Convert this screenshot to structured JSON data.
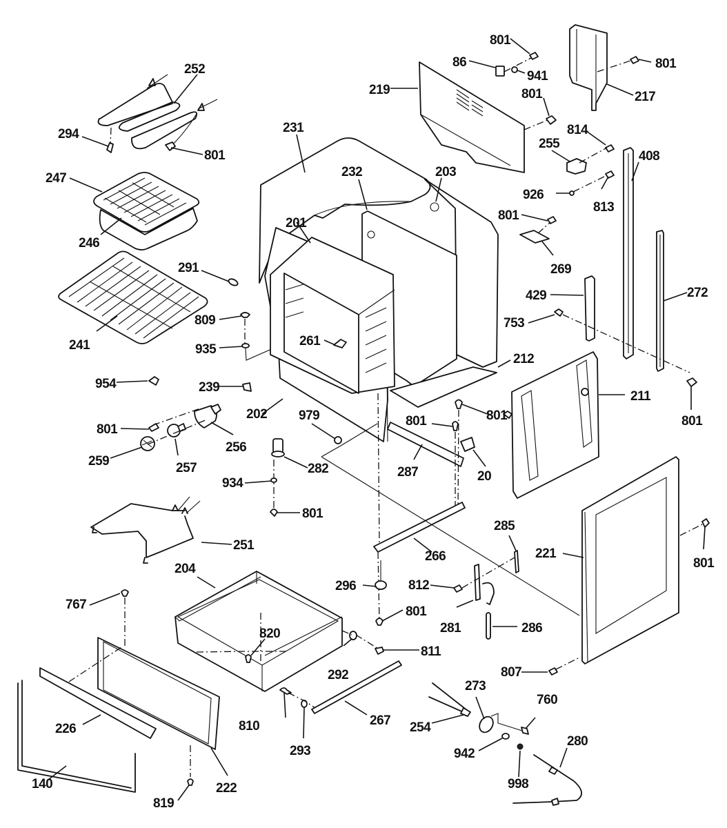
{
  "diagram": {
    "type": "exploded-parts-view",
    "subject": "Range oven body assembly",
    "colors": {
      "ink": "#111111",
      "background": "#ffffff"
    },
    "callouts": [
      {
        "id": "c252",
        "label": "252",
        "part": "broil-element"
      },
      {
        "id": "c294",
        "label": "294",
        "part": "element-clip"
      },
      {
        "id": "c801a",
        "label": "801",
        "part": "screw"
      },
      {
        "id": "c247",
        "label": "247",
        "part": "broiler-pan-grid"
      },
      {
        "id": "c246",
        "label": "246",
        "part": "broiler-pan"
      },
      {
        "id": "c291",
        "label": "291",
        "part": "clip"
      },
      {
        "id": "c241",
        "label": "241",
        "part": "oven-rack"
      },
      {
        "id": "c809",
        "label": "809",
        "part": "screw"
      },
      {
        "id": "c935",
        "label": "935",
        "part": "washer"
      },
      {
        "id": "c954",
        "label": "954",
        "part": "clip"
      },
      {
        "id": "c239",
        "label": "239",
        "part": "bracket"
      },
      {
        "id": "c801b",
        "label": "801",
        "part": "screw"
      },
      {
        "id": "c256",
        "label": "256",
        "part": "lamp-socket"
      },
      {
        "id": "c259",
        "label": "259",
        "part": "lamp-cover"
      },
      {
        "id": "c257",
        "label": "257",
        "part": "light-bulb"
      },
      {
        "id": "c934",
        "label": "934",
        "part": "washer"
      },
      {
        "id": "c282",
        "label": "282",
        "part": "leveling-leg"
      },
      {
        "id": "c801c",
        "label": "801",
        "part": "screw"
      },
      {
        "id": "c251",
        "label": "251",
        "part": "bake-element"
      },
      {
        "id": "c204",
        "label": "204",
        "part": "storage-drawer"
      },
      {
        "id": "c767",
        "label": "767",
        "part": "screw"
      },
      {
        "id": "c820",
        "label": "820",
        "part": "screw"
      },
      {
        "id": "c292",
        "label": "292",
        "part": "roller"
      },
      {
        "id": "c226",
        "label": "226",
        "part": "drawer-handle"
      },
      {
        "id": "c140",
        "label": "140",
        "part": "drawer-trim"
      },
      {
        "id": "c222",
        "label": "222",
        "part": "drawer-front"
      },
      {
        "id": "c810",
        "label": "810",
        "part": "screw"
      },
      {
        "id": "c293",
        "label": "293",
        "part": "roller"
      },
      {
        "id": "c267",
        "label": "267",
        "part": "drawer-slide"
      },
      {
        "id": "c819",
        "label": "819",
        "part": "screw"
      },
      {
        "id": "c231",
        "label": "231",
        "part": "oven-insulation-top"
      },
      {
        "id": "c232",
        "label": "232",
        "part": "insulation"
      },
      {
        "id": "c203",
        "label": "203",
        "part": "back-panel"
      },
      {
        "id": "c201",
        "label": "201",
        "part": "oven-liner"
      },
      {
        "id": "c261",
        "label": "261",
        "part": "rack-support"
      },
      {
        "id": "c202",
        "label": "202",
        "part": "front-frame"
      },
      {
        "id": "c979",
        "label": "979",
        "part": "grommet"
      },
      {
        "id": "c287",
        "label": "287",
        "part": "rail"
      },
      {
        "id": "c801d",
        "label": "801",
        "part": "screw"
      },
      {
        "id": "c801e",
        "label": "801",
        "part": "screw"
      },
      {
        "id": "c20",
        "label": "20",
        "part": "bracket"
      },
      {
        "id": "c212",
        "label": "212",
        "part": "bottom-panel"
      },
      {
        "id": "c266",
        "label": "266",
        "part": "drawer-slide"
      },
      {
        "id": "c296",
        "label": "296",
        "part": "leveling-leg"
      },
      {
        "id": "c801f",
        "label": "801",
        "part": "screw"
      },
      {
        "id": "c811",
        "label": "811",
        "part": "screw"
      },
      {
        "id": "c219",
        "label": "219",
        "part": "rear-cover"
      },
      {
        "id": "c86",
        "label": "86",
        "part": "clip"
      },
      {
        "id": "c801g",
        "label": "801",
        "part": "screw"
      },
      {
        "id": "c941",
        "label": "941",
        "part": "nut"
      },
      {
        "id": "c801h",
        "label": "801",
        "part": "screw"
      },
      {
        "id": "c801i",
        "label": "801",
        "part": "screw"
      },
      {
        "id": "c217",
        "label": "217",
        "part": "channel-bracket"
      },
      {
        "id": "c814",
        "label": "814",
        "part": "screw"
      },
      {
        "id": "c255",
        "label": "255",
        "part": "terminal-block"
      },
      {
        "id": "c926",
        "label": "926",
        "part": "washer"
      },
      {
        "id": "c813",
        "label": "813",
        "part": "screw"
      },
      {
        "id": "c408",
        "label": "408",
        "part": "side-trim"
      },
      {
        "id": "c801j",
        "label": "801",
        "part": "screw"
      },
      {
        "id": "c269",
        "label": "269",
        "part": "bracket"
      },
      {
        "id": "c429",
        "label": "429",
        "part": "hinge-receiver"
      },
      {
        "id": "c753",
        "label": "753",
        "part": "screw"
      },
      {
        "id": "c272",
        "label": "272",
        "part": "side-trim"
      },
      {
        "id": "c211",
        "label": "211",
        "part": "side-panel"
      },
      {
        "id": "c801k",
        "label": "801",
        "part": "screw"
      },
      {
        "id": "c285",
        "label": "285",
        "part": "latch-spring"
      },
      {
        "id": "c221",
        "label": "221",
        "part": "side-panel-outer"
      },
      {
        "id": "c801l",
        "label": "801",
        "part": "screw"
      },
      {
        "id": "c812",
        "label": "812",
        "part": "screw"
      },
      {
        "id": "c281",
        "label": "281",
        "part": "door-latch"
      },
      {
        "id": "c286",
        "label": "286",
        "part": "latch-handle"
      },
      {
        "id": "c807",
        "label": "807",
        "part": "screw"
      },
      {
        "id": "c273",
        "label": "273",
        "part": "probe-receptacle"
      },
      {
        "id": "c760",
        "label": "760",
        "part": "screw"
      },
      {
        "id": "c254",
        "label": "254",
        "part": "wire-harness"
      },
      {
        "id": "c942",
        "label": "942",
        "part": "washer"
      },
      {
        "id": "c998",
        "label": "998",
        "part": "nut"
      },
      {
        "id": "c280",
        "label": "280",
        "part": "meat-probe"
      }
    ]
  }
}
